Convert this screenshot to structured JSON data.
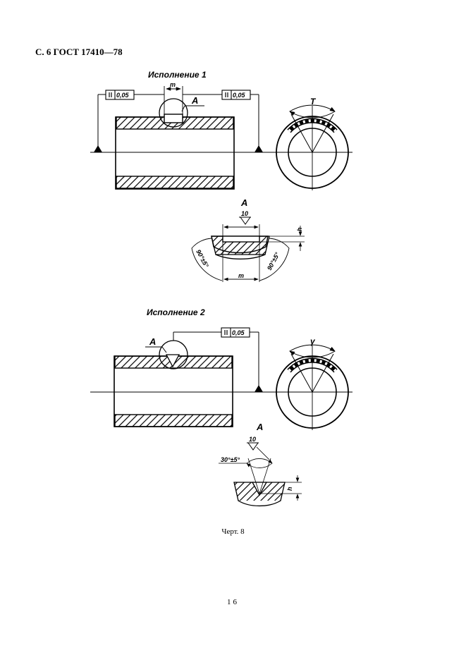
{
  "header": {
    "text": "С. 6 ГОСТ 17410—78"
  },
  "variant1": {
    "title": "Исполнение 1",
    "tol_left": "0,05",
    "tol_right": "0,05",
    "dim_m": "m",
    "section_label": "A",
    "angle_label": "T"
  },
  "detail1": {
    "label": "A",
    "roughness": "10",
    "angle_left": "90°±5°",
    "angle_right": "90°±5°",
    "dim_m": "m",
    "dim_h": "h"
  },
  "variant2": {
    "title": "Исполнение 2",
    "tol": "0,05",
    "section_label": "A",
    "angle_label": "γ"
  },
  "detail2": {
    "label": "A",
    "roughness": "10",
    "angle": "30°±5°",
    "dim_h": "h"
  },
  "caption": {
    "text": "Черт. 8"
  },
  "page_number": {
    "text": "16"
  }
}
